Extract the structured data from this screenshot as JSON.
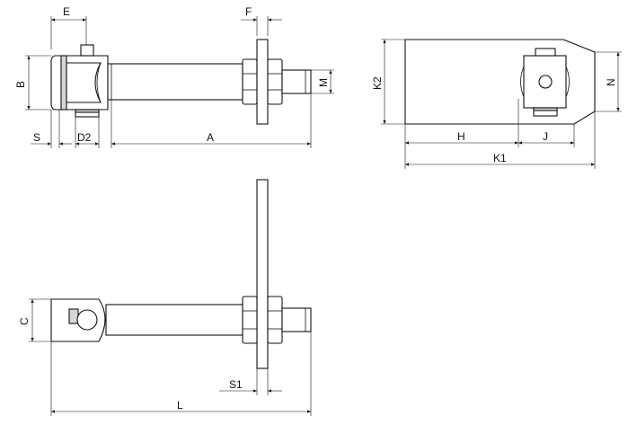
{
  "labels": {
    "E": "E",
    "F": "F",
    "B": "B",
    "M": "M",
    "S": "S",
    "D2": "D2",
    "A": "A",
    "K2": "K2",
    "N": "N",
    "H": "H",
    "J": "J",
    "K1": "K1",
    "C": "C",
    "S1": "S1",
    "L": "L"
  },
  "colors": {
    "line": "#111111",
    "shading": "#d6d6d6",
    "background": "#ffffff"
  }
}
